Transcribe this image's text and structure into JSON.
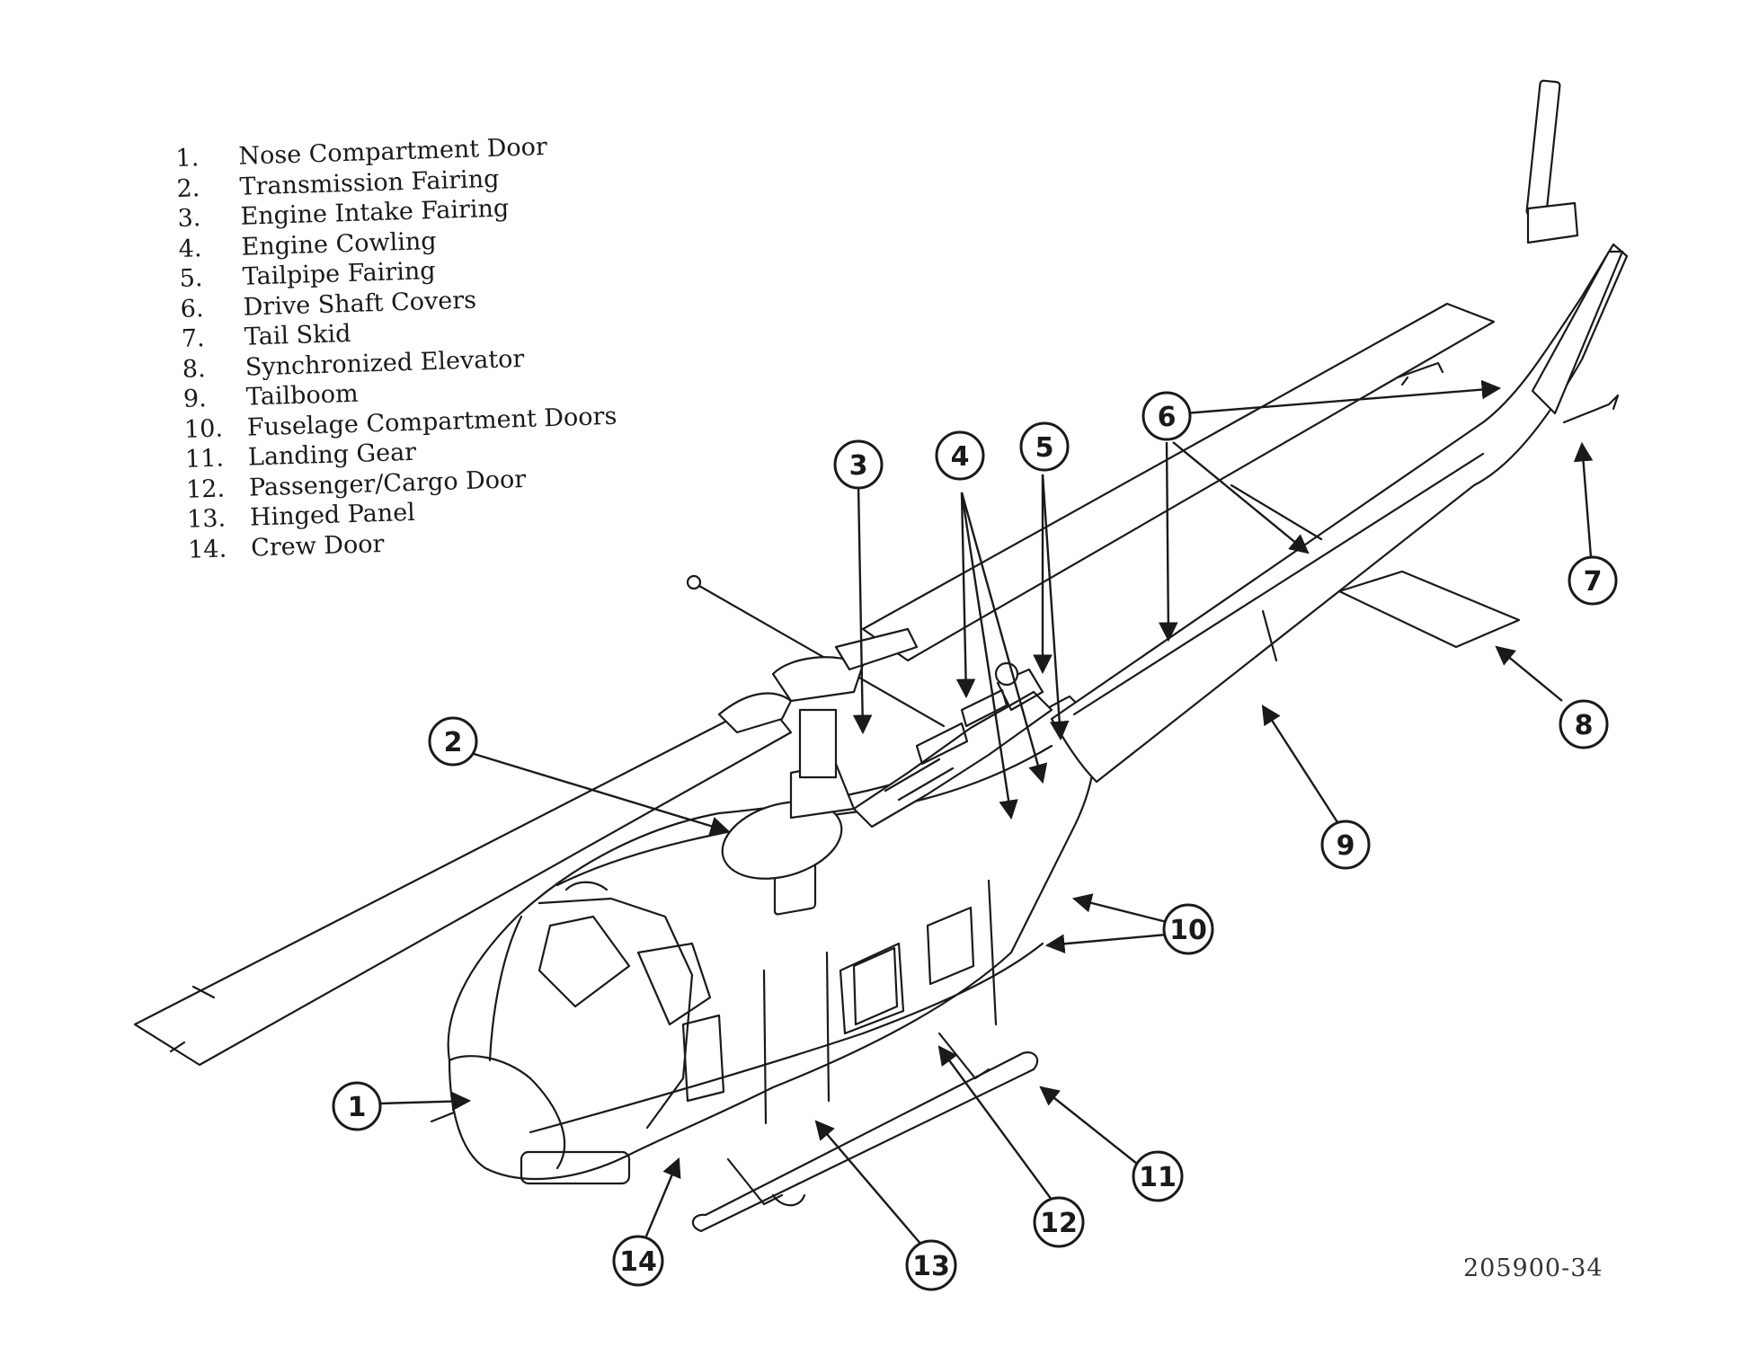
{
  "legend": [
    {
      "num": "1.",
      "label": "Nose Compartment Door"
    },
    {
      "num": "2.",
      "label": "Transmission Fairing"
    },
    {
      "num": "3.",
      "label": "Engine Intake Fairing"
    },
    {
      "num": "4.",
      "label": "Engine Cowling"
    },
    {
      "num": "5.",
      "label": "Tailpipe Fairing"
    },
    {
      "num": "6.",
      "label": "Drive Shaft Covers"
    },
    {
      "num": "7.",
      "label": "Tail Skid"
    },
    {
      "num": "8.",
      "label": "Synchronized Elevator"
    },
    {
      "num": "9.",
      "label": "Tailboom"
    },
    {
      "num": "10.",
      "label": "Fuselage Compartment Doors"
    },
    {
      "num": "11.",
      "label": "Landing Gear"
    },
    {
      "num": "12.",
      "label": "Passenger/Cargo Door"
    },
    {
      "num": "13.",
      "label": "Hinged Panel"
    },
    {
      "num": "14.",
      "label": "Crew Door"
    }
  ],
  "callouts": {
    "c1": "1",
    "c2": "2",
    "c3": "3",
    "c4": "4",
    "c5": "5",
    "c6": "6",
    "c7": "7",
    "c8": "8",
    "c9": "9",
    "c10": "10",
    "c11": "11",
    "c12": "12",
    "c13": "13",
    "c14": "14"
  },
  "drawing_id": "205900-34",
  "colors": {
    "ink": "#1a1a1a",
    "paper": "#ffffff"
  }
}
